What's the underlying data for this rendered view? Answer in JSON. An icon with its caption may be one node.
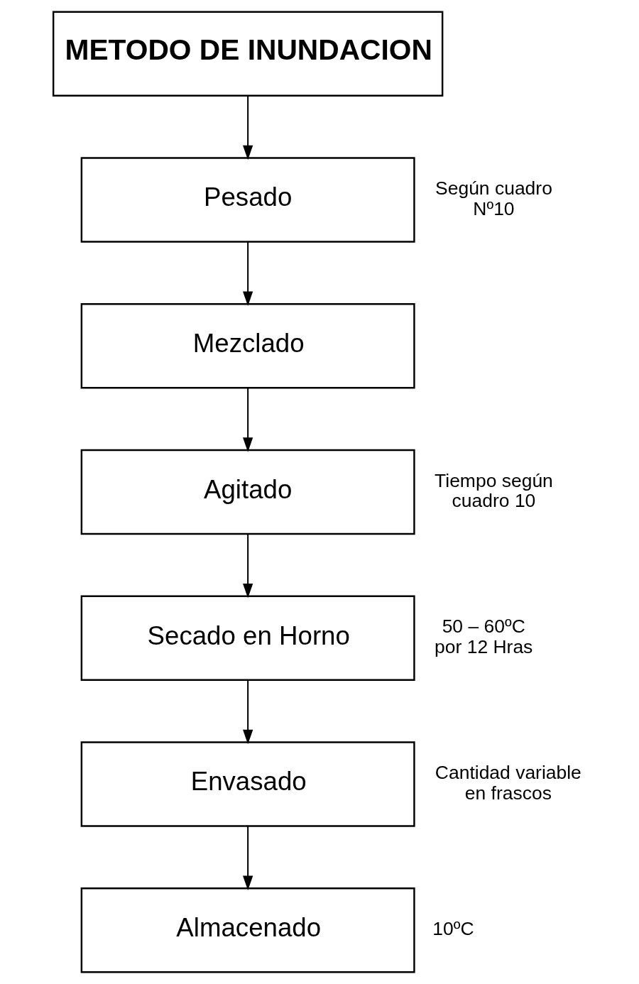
{
  "diagram": {
    "nodes": [
      {
        "text": [
          "METODO DE INUNDACION"
        ]
      },
      {
        "text": [
          "Pesado"
        ],
        "beside": [
          "Según cuadro Nº10"
        ]
      },
      {
        "text": [
          "Mezclado"
        ]
      },
      {
        "text": [
          "Agitado"
        ],
        "beside": [
          "Tiempo según cuadro 10"
        ]
      },
      {
        "text": [
          "Secado en Horno"
        ],
        "beside": [
          "50 – 60ºC por 12 Hras"
        ]
      },
      {
        "text": [
          "Envasado"
        ],
        "beside": [
          "Cantidad variable en frascos"
        ]
      },
      {
        "text": [
          "Almacenado"
        ],
        "beside": [
          "10ºC"
        ]
      }
    ],
    "edges": [
      {
        "from": 0,
        "to": 1,
        "arrow": "to"
      },
      {
        "from": 1,
        "to": 2,
        "arrow": "to"
      },
      {
        "from": 2,
        "to": 3,
        "arrow": "to"
      },
      {
        "from": 3,
        "to": 4,
        "arrow": "to"
      },
      {
        "from": 4,
        "to": 5,
        "arrow": "to"
      },
      {
        "from": 5,
        "to": 6,
        "arrow": "to"
      }
    ]
  }
}
